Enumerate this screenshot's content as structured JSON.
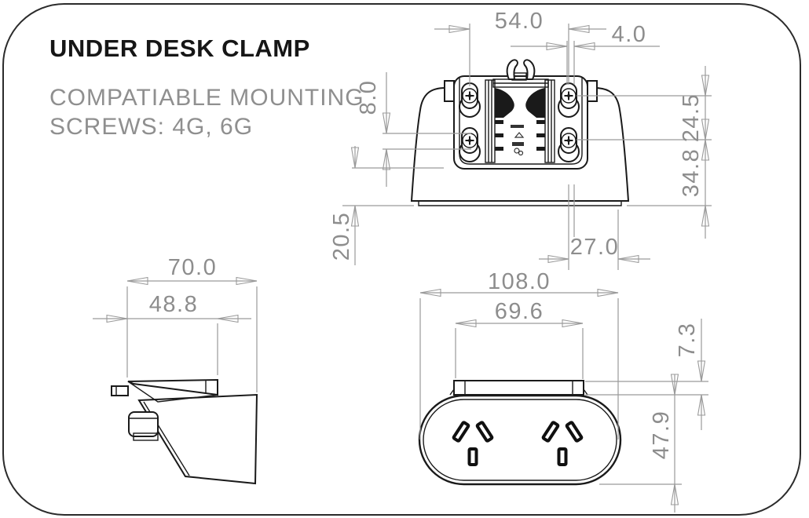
{
  "header": {
    "title": "UNDER DESK CLAMP",
    "subtitle_line1": "COMPATIABLE MOUNTING",
    "subtitle_line2": "SCREWS: 4G, 6G"
  },
  "colors": {
    "background": "#ffffff",
    "frame_border": "#2b2b2b",
    "part_outline": "#1a1a1a",
    "dimension_gray": "#8d8d8d"
  },
  "views": {
    "front": {
      "title": "clamp mount front view",
      "dims": {
        "screw_span_mm": "54.0",
        "slot_offset_mm": "4.0",
        "slot_length_mm": "8.0",
        "screw_rows_mm": "24.5",
        "row_to_base_mm": "34.8",
        "base_drop_mm": "20.5",
        "screw_to_edge_mm": "27.0"
      }
    },
    "side": {
      "title": "clamp side view",
      "dims": {
        "overall_depth_mm": "70.0",
        "top_plate_mm": "48.8"
      }
    },
    "outlet": {
      "title": "outlet face view",
      "dims": {
        "overall_width_mm": "108.0",
        "tab_width_mm": "69.6",
        "tab_height_mm": "7.3",
        "body_height_mm": "47.9"
      }
    }
  }
}
